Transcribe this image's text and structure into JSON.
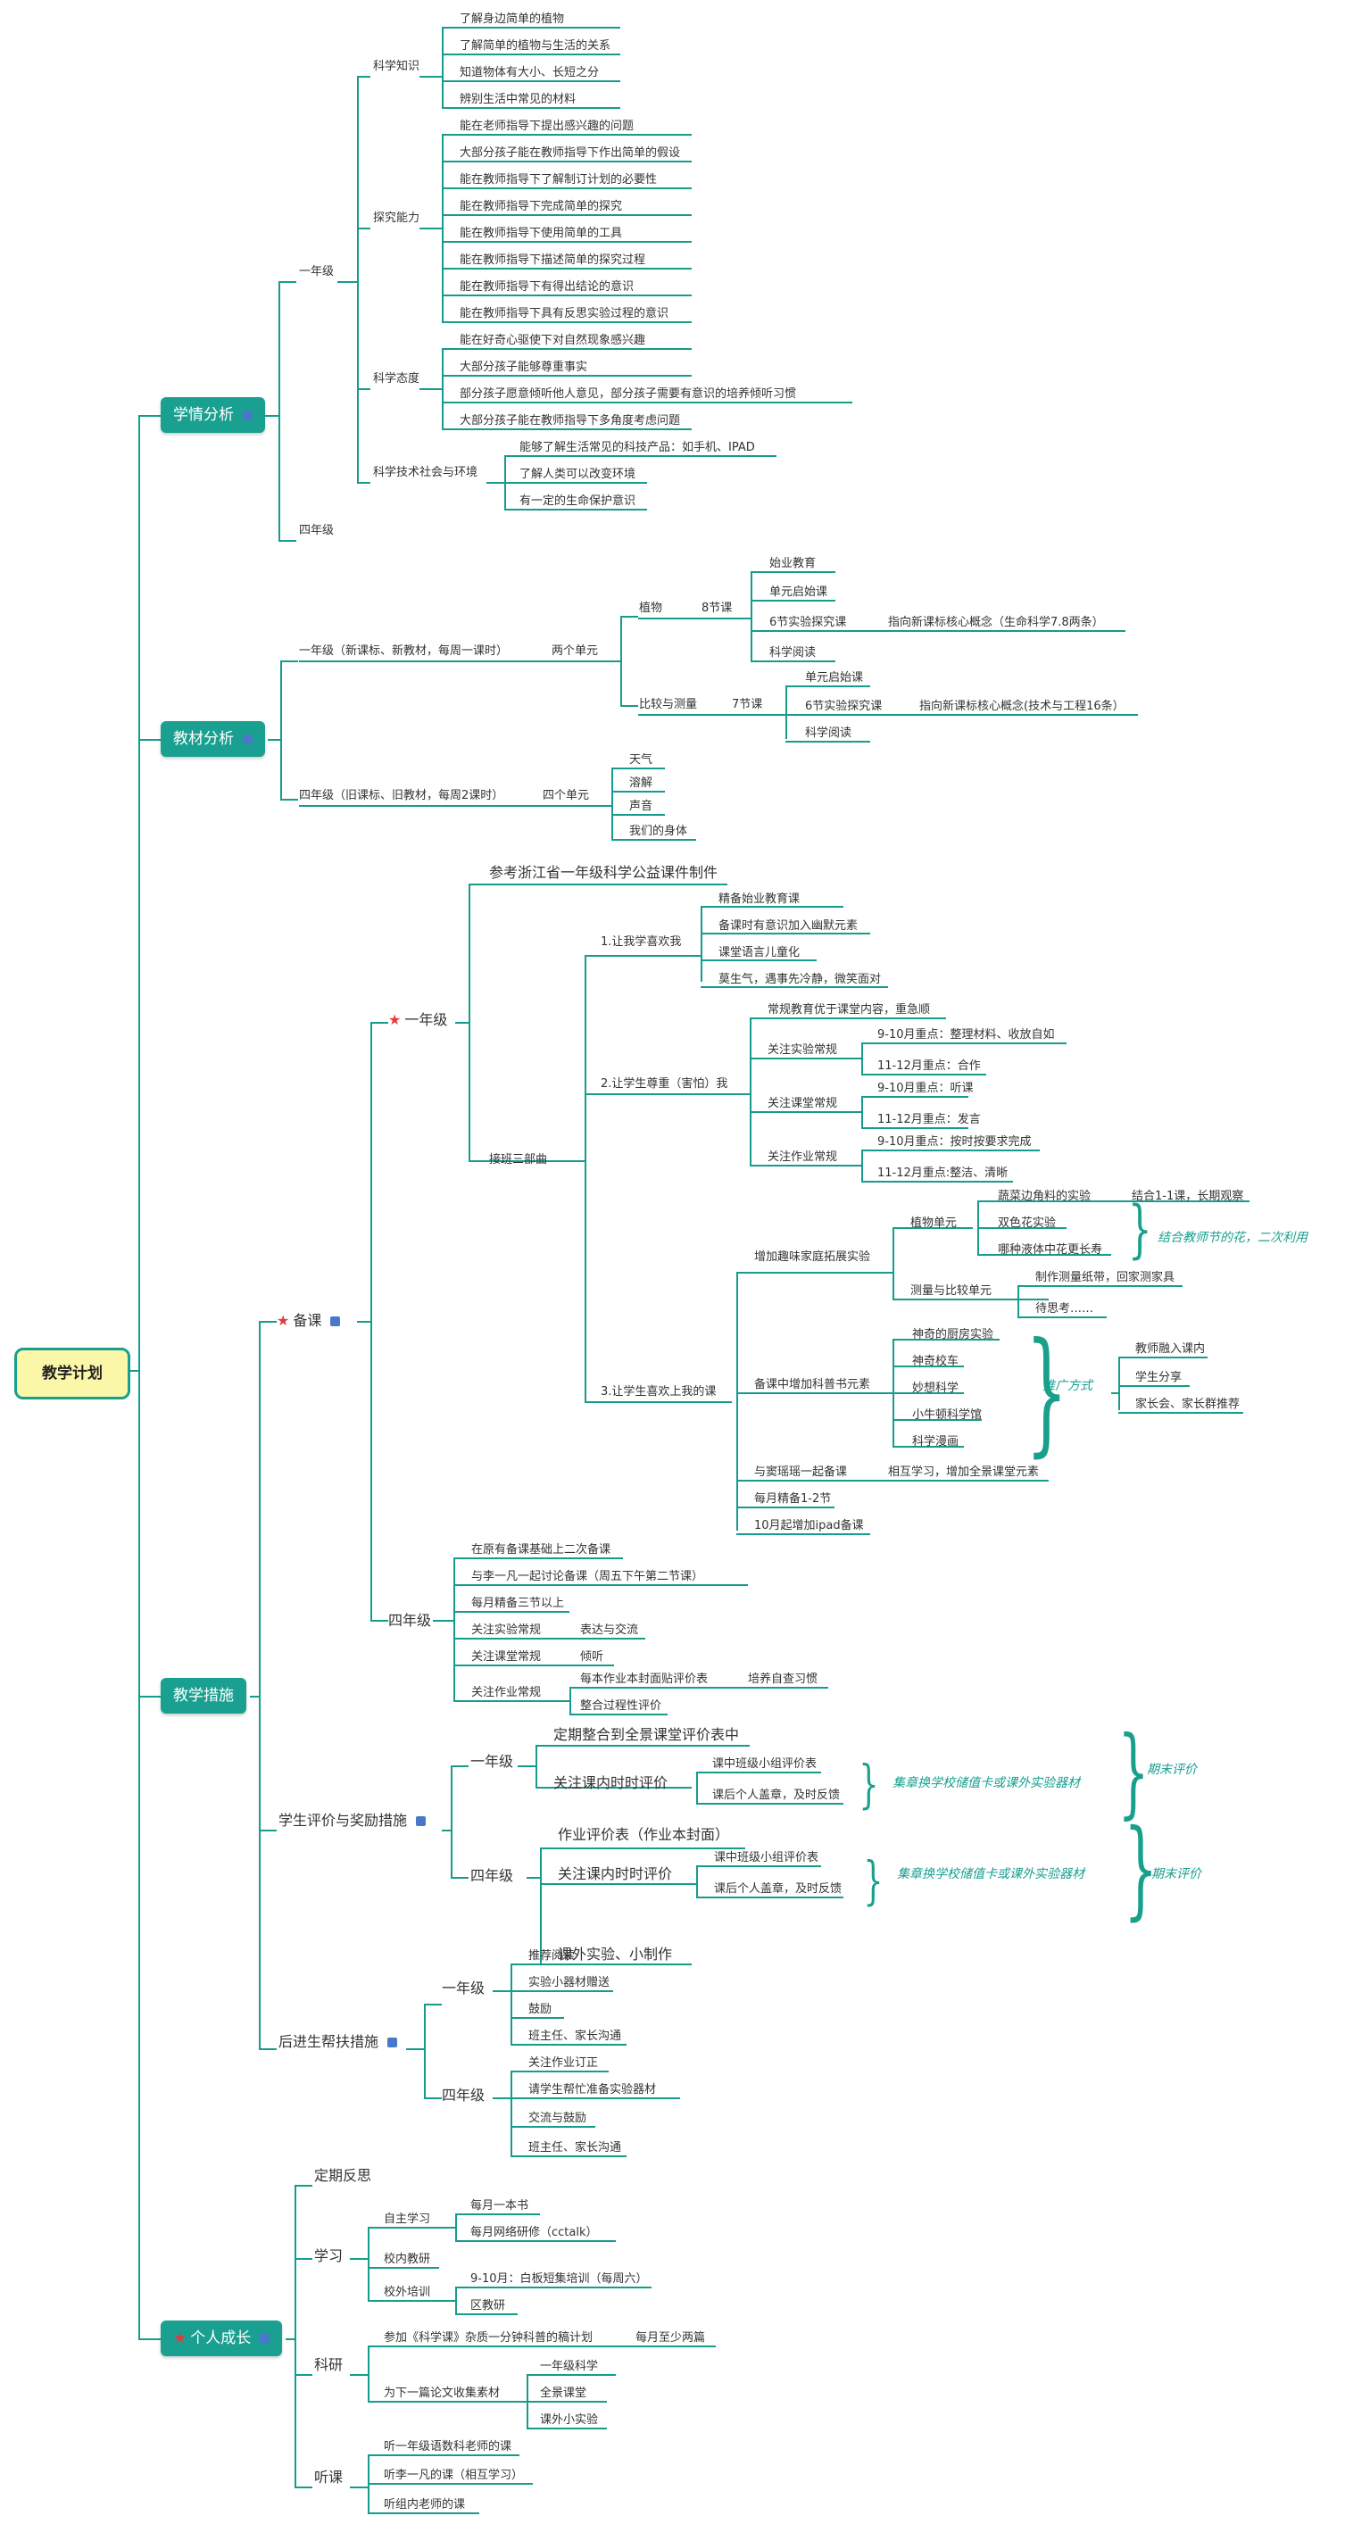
{
  "root": {
    "label": "教学计划"
  },
  "main_topics": [
    "学情分析",
    "教材分析",
    "教学措施",
    "个人成长"
  ],
  "xueqing": {
    "grade1": "一年级",
    "grade4": "四年级",
    "kexue_zhishi": "科学知识",
    "zhishi_items": [
      "了解身边简单的植物",
      "了解简单的植物与生活的关系",
      "知道物体有大小、长短之分",
      "辨别生活中常见的材料"
    ],
    "tanjiu_nengli": "探究能力",
    "tanjiu_items": [
      "能在老师指导下提出感兴趣的问题",
      "大部分孩子能在教师指导下作出简单的假设",
      "能在教师指导下了解制订计划的必要性",
      "能在教师指导下完成简单的探究",
      "能在教师指导下使用简单的工具",
      "能在教师指导下描述简单的探究过程",
      "能在教师指导下有得出结论的意识",
      "能在教师指导下具有反思实验过程的意识"
    ],
    "kexue_taidu": "科学态度",
    "taidu_items": [
      "能在好奇心驱使下对自然现象感兴趣",
      "大部分孩子能够尊重事实",
      "部分孩子愿意倾听他人意见，部分孩子需要有意识的培养倾听习惯",
      "大部分孩子能在教师指导下多角度考虑问题"
    ],
    "jishu_shehui": "科学技术社会与环境",
    "jishu_items": [
      "能够了解生活常见的科技产品：如手机、IPAD",
      "了解人类可以改变环境",
      "有一定的生命保护意识"
    ]
  },
  "jiaocai": {
    "grade1": "一年级（新课标、新教材，每周一课时）",
    "two_units": "两个单元",
    "zhiwu": "植物",
    "zhiwu_lessons": "8节课",
    "zhiwu_items": [
      "始业教育",
      "单元启始课",
      "6节实验探究课",
      "科学阅读"
    ],
    "zhiwu_note": "指向新课标核心概念（生命科学7.8两条）",
    "bijiao": "比较与测量",
    "bijiao_lessons": "7节课",
    "bijiao_items": [
      "单元启始课",
      "6节实验探究课",
      "科学阅读"
    ],
    "bijiao_note": "指向新课标核心概念(技术与工程16条）",
    "grade4": "四年级（旧课标、旧教材，每周2课时）",
    "four_units": "四个单元",
    "four_items": [
      "天气",
      "溶解",
      "声音",
      "我们的身体"
    ]
  },
  "cuoshi": {
    "beike": "备课",
    "grade1": "一年级",
    "ref": "参考浙江省一年级科学公益课件制件",
    "jieban": "接班三部曲",
    "step1": "1.让我学喜欢我",
    "step1_items": [
      "精备始业教育课",
      "备课时有意识加入幽默元素",
      "课堂语言儿童化",
      "莫生气，遇事先冷静，微笑面对"
    ],
    "step2": "2.让学生尊重（害怕）我",
    "step2_first": "常规教育优于课堂内容，重急顺",
    "syc": "关注实验常规",
    "syc_items": [
      "9-10月重点：整理材料、收放自如",
      "11-12月重点：合作"
    ],
    "ktc": "关注课堂常规",
    "ktc_items": [
      "9-10月重点：听课",
      "11-12月重点：发言"
    ],
    "zyc": "关注作业常规",
    "zyc_items": [
      "9-10月重点：按时按要求完成",
      "11-12月重点:整洁、清晰"
    ],
    "step3": "3.让学生喜欢上我的课",
    "jiating": "增加趣味家庭拓展实验",
    "zhiwu_unit": "植物单元",
    "zhiwu_exp": [
      "蔬菜边角料的实验",
      "双色花实验",
      "哪种液体中花更长寿"
    ],
    "zhiwu_exp_note": "结合1-1课，长期观察",
    "zhiwu_brace": "结合教师节的花，二次利用",
    "celiang_unit": "测量与比较单元",
    "celiang_items": [
      "制作测量纸带，回家测家具",
      "待思考……"
    ],
    "kepu": "备课中增加科普书元素",
    "kepu_items": [
      "神奇的厨房实验",
      "神奇校车",
      "妙想科学",
      "小牛顿科学馆",
      "科学漫画"
    ],
    "tuiguang": "推广方式",
    "tuiguang_items": [
      "教师融入课内",
      "学生分享",
      "家长会、家长群推荐"
    ],
    "douyu": "与窦瑶瑶一起备课",
    "douyu_note": "相互学习，增加全景课堂元素",
    "meiyue": "每月精备1-2节",
    "ipad": "10月起增加ipad备课",
    "grade4": "四年级",
    "g4_items": [
      "在原有备课基础上二次备课",
      "与李一凡一起讨论备课（周五下午第二节课）",
      "每月精备三节以上",
      "关注实验常规",
      "关注课堂常规",
      "关注作业常规"
    ],
    "g4_syc_note": "表达与交流",
    "g4_ktc_note": "倾听",
    "g4_zyc_items": [
      "每本作业本封面贴评价表",
      "整合过程性评价"
    ],
    "g4_zyc_note": "培养自查习惯",
    "pingjia": "学生评价与奖励措施",
    "pj_g1": "一年级",
    "pj_g1_items": [
      "定期整合到全景课堂评价表中",
      "关注课内时时评价"
    ],
    "pj_sub": [
      "课中班级小组评价表",
      "课后个人盖章，及时反馈"
    ],
    "pj_note": "集章换学校储值卡或课外实验器材",
    "pj_final": "期末评价",
    "pj_g4": "四年级",
    "pj_g4_items": [
      "作业评价表（作业本封面）",
      "关注课内时时评价",
      "课外实验、小制作"
    ],
    "houjin": "后进生帮扶措施",
    "hj_g1": "一年级",
    "hj_g1_items": [
      "推荐阅读",
      "实验小器材赠送",
      "鼓励",
      "班主任、家长沟通"
    ],
    "hj_g4": "四年级",
    "hj_g4_items": [
      "关注作业订正",
      "请学生帮忙准备实验器材",
      "交流与鼓励",
      "班主任、家长沟通"
    ]
  },
  "chengzhang": {
    "fansi": "定期反思",
    "xuexi": "学习",
    "zizhu": "自主学习",
    "zizhu_items": [
      "每月一本书",
      "每月网络研修（cctalk）"
    ],
    "xiaonei": "校内教研",
    "xiaowai": "校外培训",
    "xiaowai_items": [
      "9-10月：白板短集培训（每周六）",
      "区教研"
    ],
    "keyan": "科研",
    "canjia": "参加《科学课》杂质一分钟科普的稿计划",
    "canjia_note": "每月至少两篇",
    "weixia": "为下一篇论文收集素材",
    "weixia_items": [
      "一年级科学",
      "全景课堂",
      "课外小实验"
    ],
    "tingke": "听课",
    "tingke_items": [
      "听一年级语数科老师的课",
      "听李一凡的课（相互学习）",
      "听组内老师的课"
    ]
  },
  "colors": {
    "accent": "#1aa090",
    "root_fill": "#fbf7a8",
    "star": "#e23b3b"
  }
}
